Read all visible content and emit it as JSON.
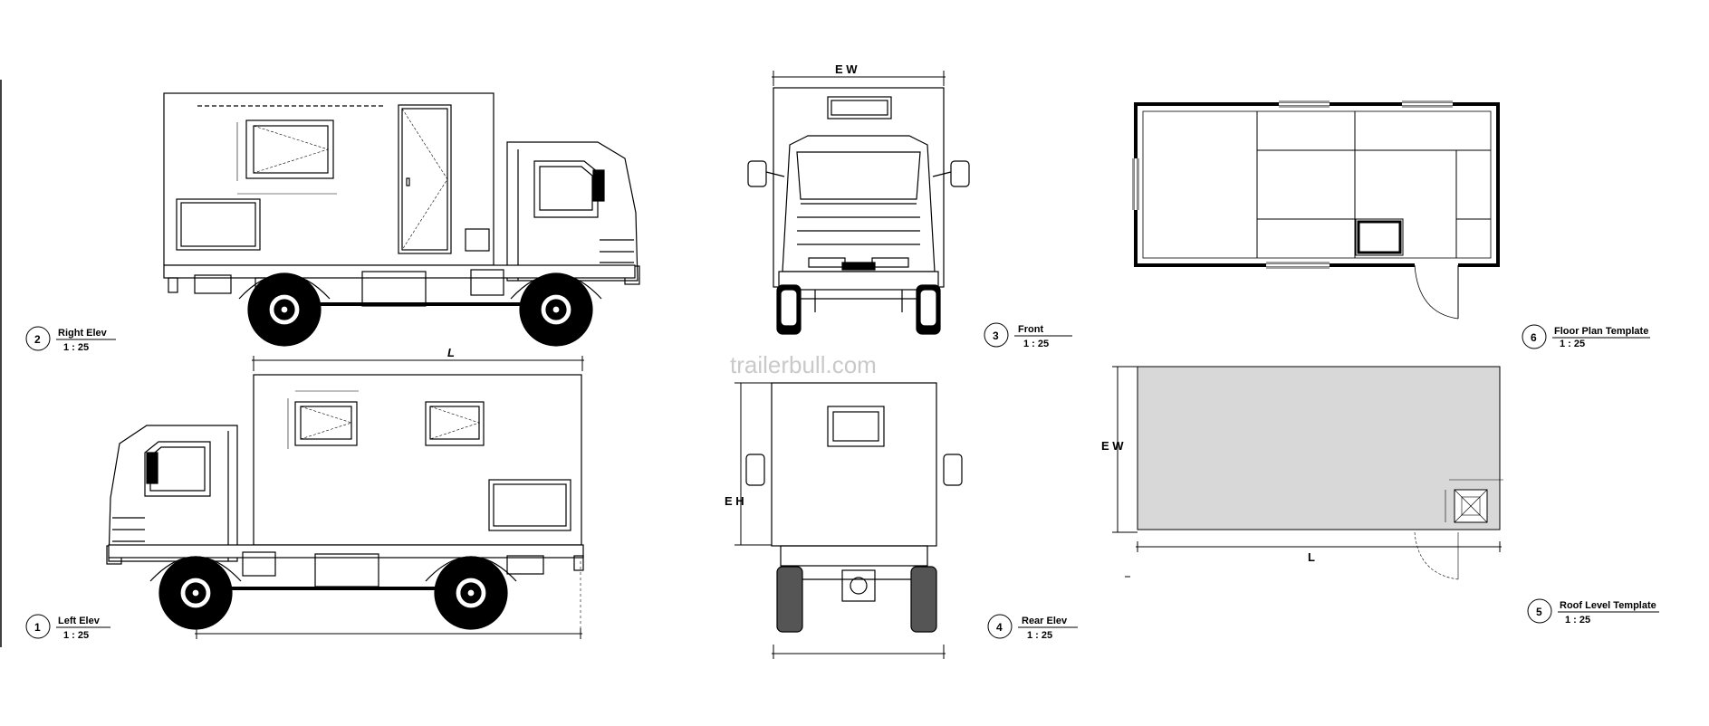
{
  "watermark": "trailerbull.com",
  "views": [
    {
      "number": "1",
      "title": "Left Elev",
      "scale": "1 : 25"
    },
    {
      "number": "2",
      "title": "Right Elev",
      "scale": "1 : 25"
    },
    {
      "number": "3",
      "title": "Front",
      "scale": "1 : 25"
    },
    {
      "number": "4",
      "title": "Rear Elev",
      "scale": "1 : 25"
    },
    {
      "number": "5",
      "title": "Roof Level Template",
      "scale": "1 : 25"
    },
    {
      "number": "6",
      "title": "Floor Plan Template",
      "scale": "1 : 25"
    }
  ],
  "dimensions": {
    "length": "L",
    "width": "E W",
    "height": "E H"
  },
  "colors": {
    "line": "#000000",
    "roof_fill": "#d8d8d8",
    "watermark": "#c9c9c9"
  }
}
